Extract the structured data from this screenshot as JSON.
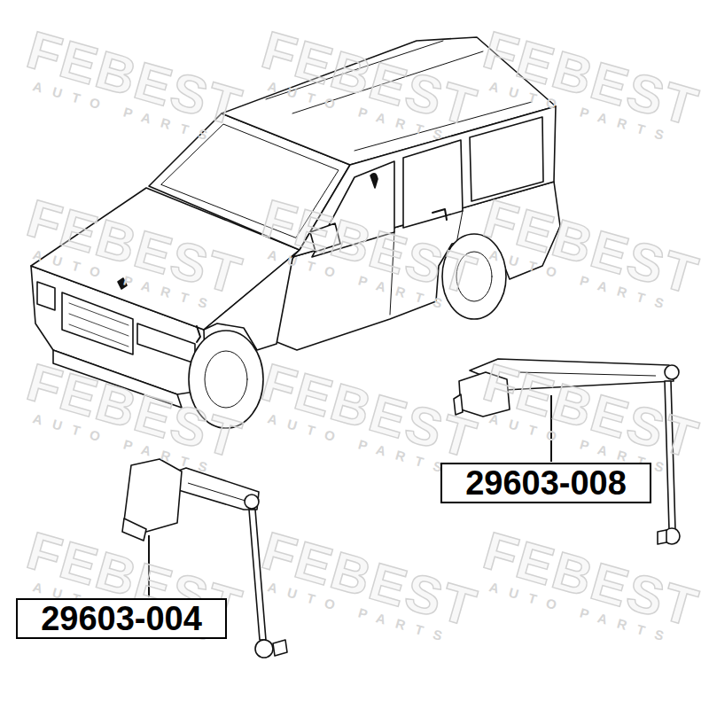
{
  "diagram": {
    "nodes": [
      {
        "text": [
          "29603-008"
        ]
      },
      {
        "text": [
          "29603-004"
        ]
      }
    ],
    "edges": [],
    "labels": [
      "FEBEST",
      "AUTO PARTS",
      "FEBEST",
      "AUTO PARTS",
      "FEBEST",
      "AUTO PARTS",
      "FEBEST",
      "AUTO PARTS",
      "FEBEST",
      "AUTO PARTS",
      "FEBEST",
      "AUTO PARTS",
      "FEBEST",
      "AUTO PARTS",
      "FEBEST",
      "AUTO PARTS",
      "FEBEST",
      "AUTO PARTS",
      "FEBEST",
      "AUTO PARTS",
      "FEBEST",
      "AUTO PARTS",
      "FEBEST",
      "AUTO PARTS"
    ]
  }
}
